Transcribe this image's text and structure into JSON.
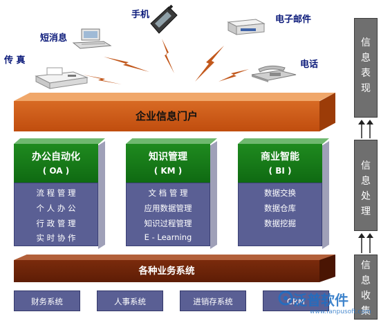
{
  "channels": {
    "fax": "传 真",
    "sms": "短消息",
    "mobile": "手机",
    "email": "电子邮件",
    "phone": "电话"
  },
  "portal": {
    "label": "企业信息门户"
  },
  "modules": [
    {
      "title": "办公自动化",
      "abbr": "( OA )",
      "items": [
        "流 程 管 理",
        "个 人 办 公",
        "行 政 管 理",
        "实 时 协 作"
      ]
    },
    {
      "title": "知识管理",
      "abbr": "( KM )",
      "items": [
        "文 档 管 理",
        "应用数据管理",
        "知识过程管理",
        "E - Learning"
      ]
    },
    {
      "title": "商业智能",
      "abbr": "( BI )",
      "items": [
        "数据交换",
        "数据仓库",
        "数据挖掘"
      ]
    }
  ],
  "business": {
    "label": "各种业务系统"
  },
  "systems": [
    "财务系统",
    "人事系统",
    "进销存系统",
    "CRM"
  ],
  "info_column": [
    {
      "chars": [
        "信",
        "息",
        "表",
        "现"
      ]
    },
    {
      "chars": [
        "信",
        "息",
        "处",
        "理"
      ]
    },
    {
      "chars": [
        "信",
        "息",
        "收",
        "集"
      ]
    }
  ],
  "watermark": {
    "brand": "泛普软件",
    "url": "www.fanpusoft.com"
  },
  "colors": {
    "portal": "#c95412",
    "module_head": "#157a17",
    "module_body": "#5a5f94",
    "business": "#6b220a",
    "info": "#6f6f6f",
    "label": "#0b1a7a"
  }
}
